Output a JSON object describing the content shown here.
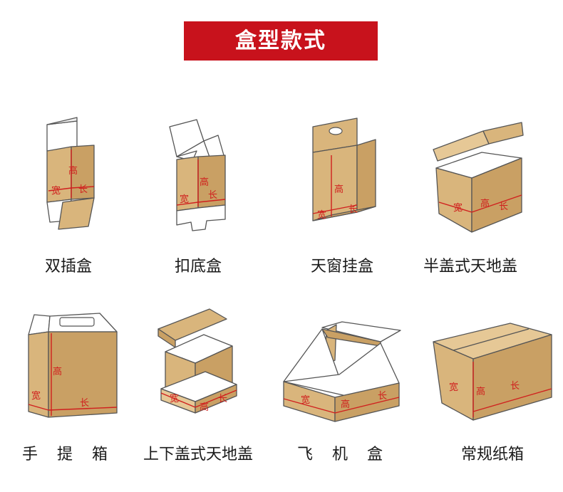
{
  "banner": {
    "title": "盒型款式"
  },
  "dims": {
    "height": "高",
    "width": "宽",
    "length": "长"
  },
  "boxes": [
    {
      "label": "双插盒"
    },
    {
      "label": "扣底盒"
    },
    {
      "label": "天窗挂盒"
    },
    {
      "label": "半盖式天地盖"
    },
    {
      "label": "手 提 箱"
    },
    {
      "label": "上下盖式天地盖"
    },
    {
      "label": "飞 机 盒"
    },
    {
      "label": "常规纸箱"
    }
  ]
}
